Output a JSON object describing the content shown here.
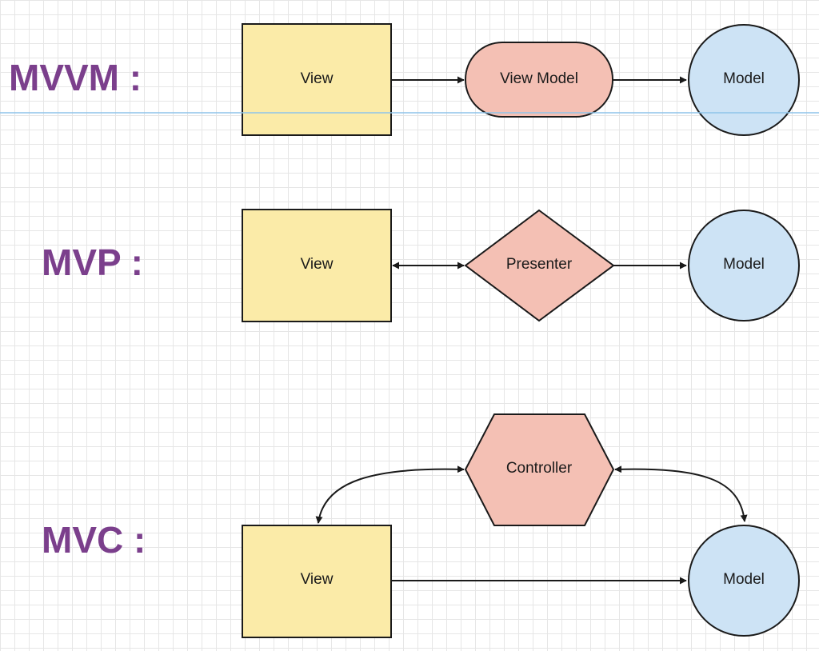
{
  "patterns": {
    "mvvm": {
      "label": "MVVM :",
      "view": "View",
      "viewmodel": "View Model",
      "model": "Model"
    },
    "mvp": {
      "label": "MVP :",
      "view": "View",
      "presenter": "Presenter",
      "model": "Model"
    },
    "mvc": {
      "label": "MVC :",
      "view": "View",
      "controller": "Controller",
      "model": "Model"
    }
  },
  "colors": {
    "label_text": "#7b3f8c",
    "view_fill": "#fbeba8",
    "middle_fill": "#f4c0b4",
    "model_fill": "#cde3f5",
    "stroke": "#1a1a1a",
    "guide_line": "#8ec4ea"
  }
}
